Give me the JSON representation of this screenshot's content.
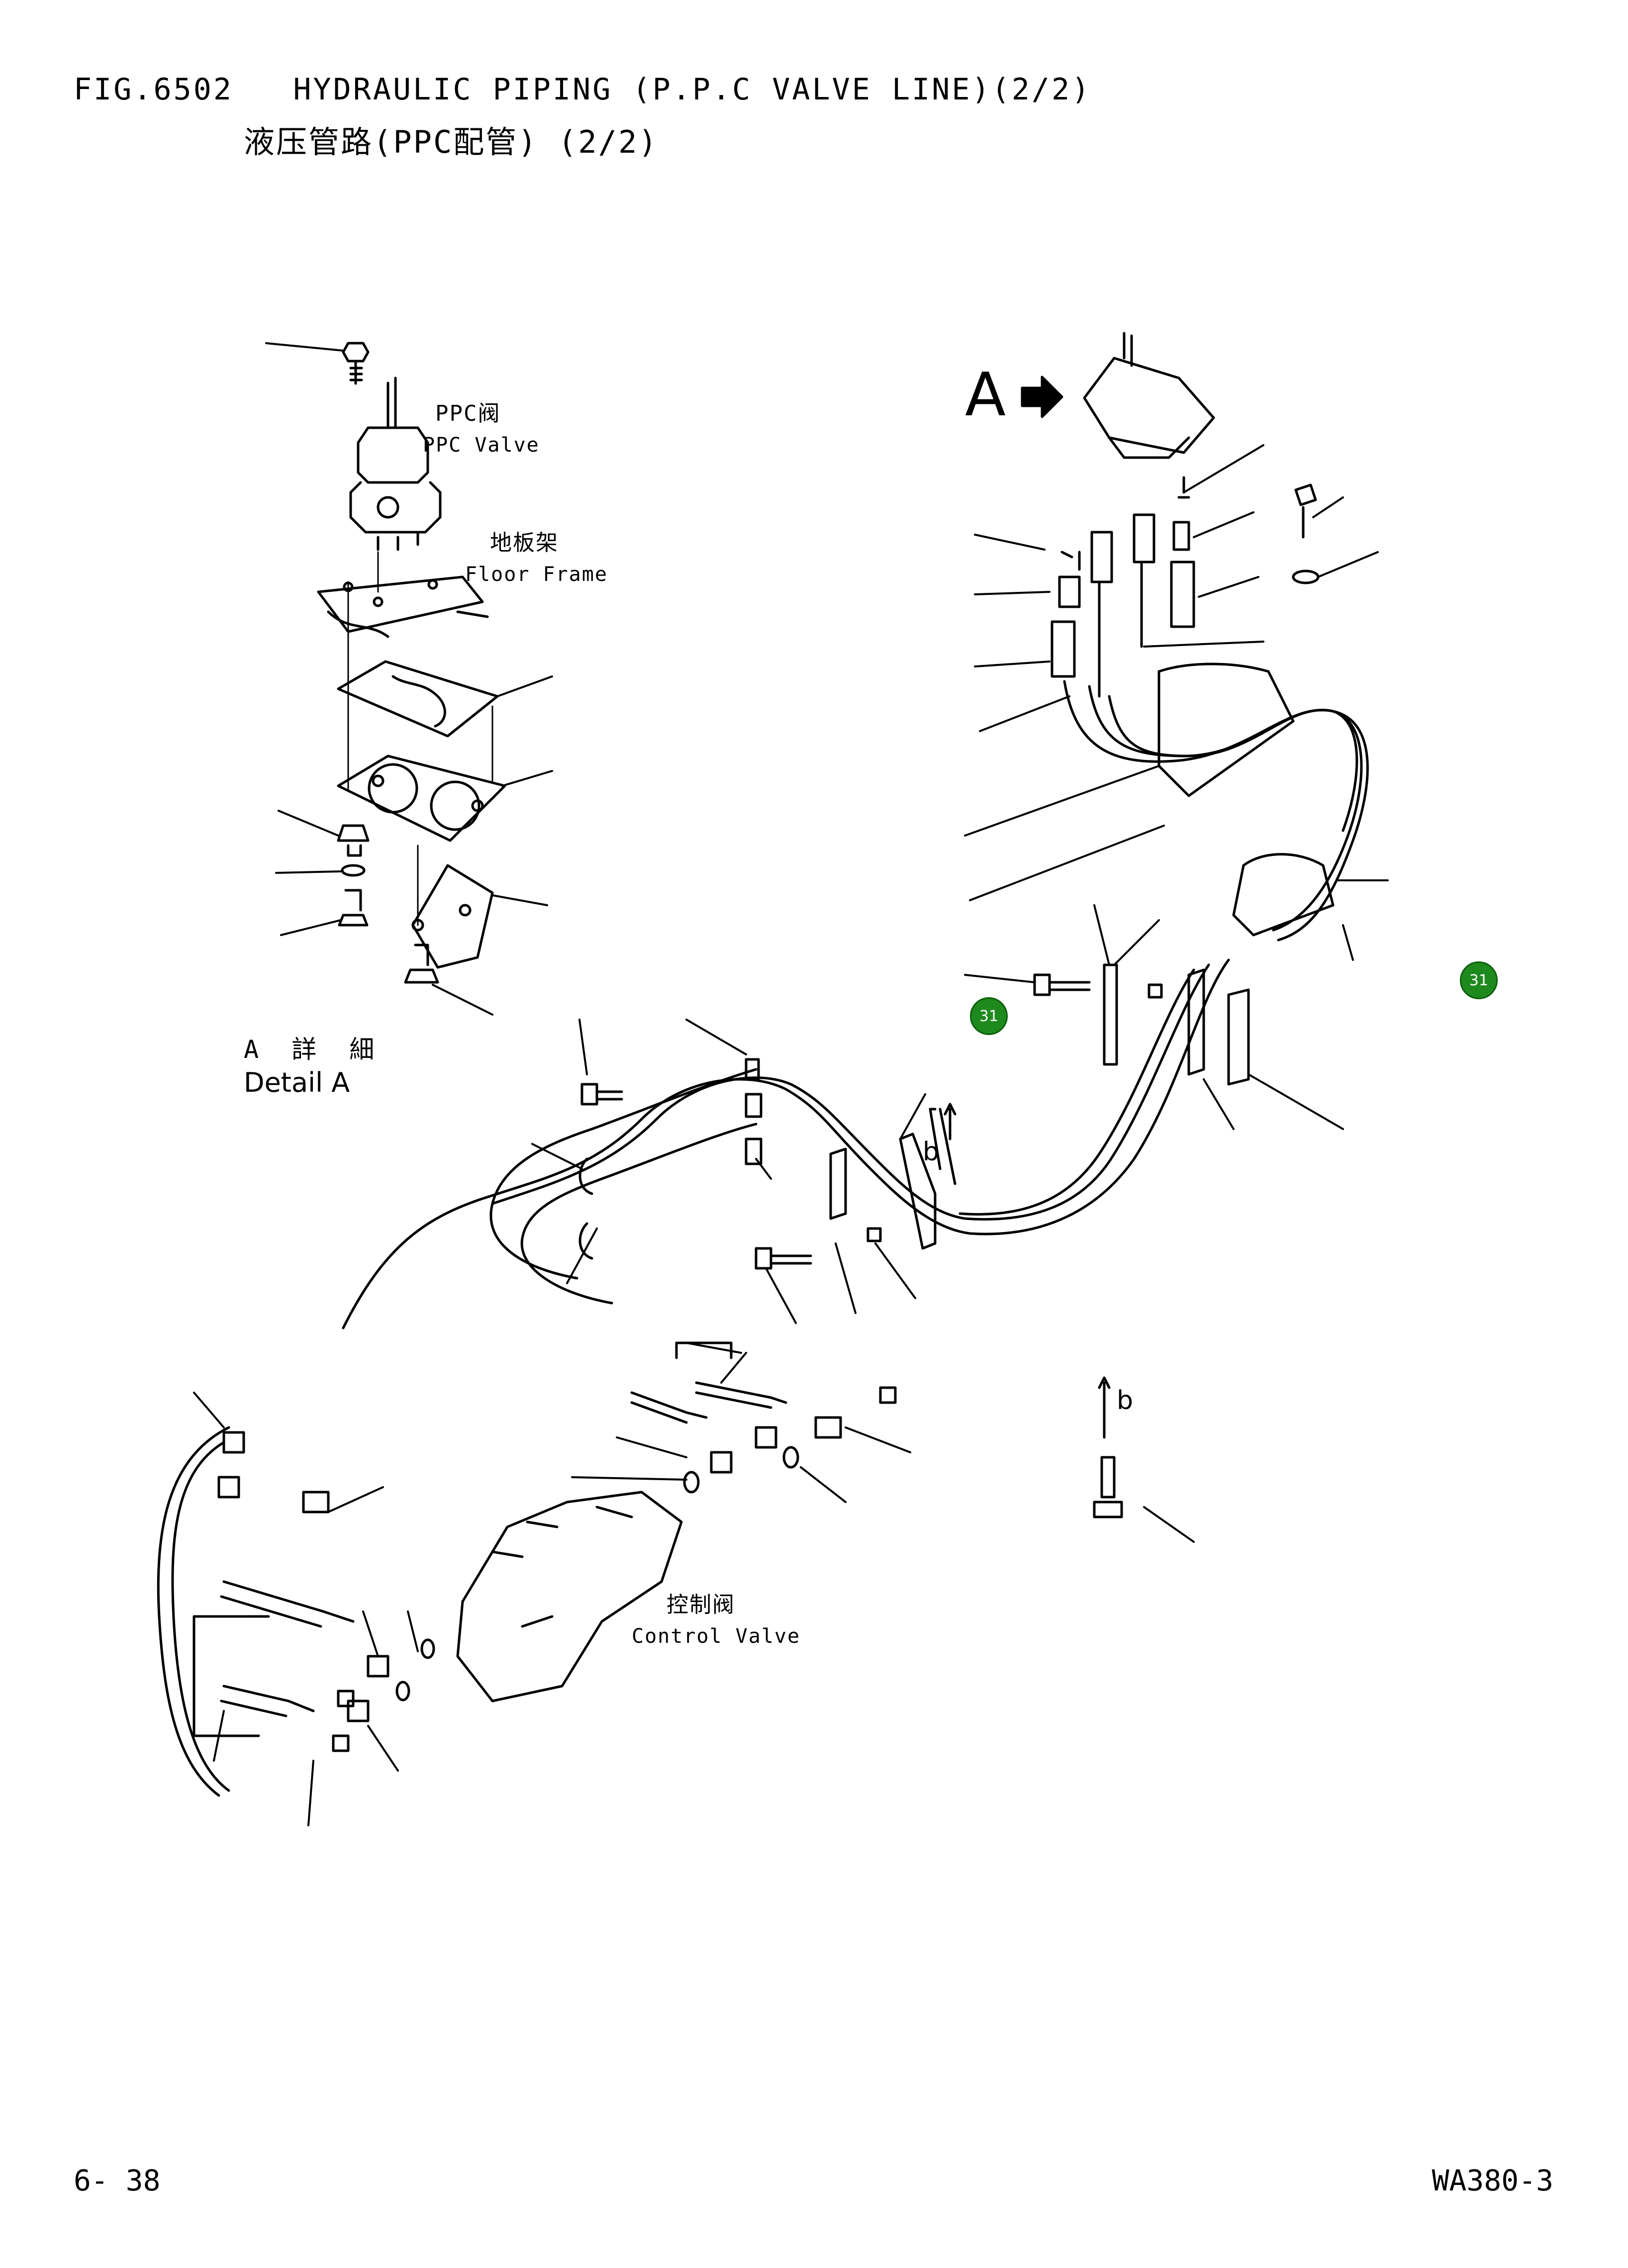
{
  "header": {
    "title_en": "FIG.6502   HYDRAULIC PIPING (P.P.C VALVE LINE)(2/2)",
    "title_cn": "液压管路(PPC配管) (2/2)"
  },
  "labels": {
    "ppc_valve_cn": "PPC阀",
    "ppc_valve_en": "PPC Valve",
    "floor_frame_cn": "地板架",
    "floor_frame_en": "Floor Frame",
    "detail_a_cn": "A 詳 細",
    "detail_a_en": "Detail A",
    "view_a": "A",
    "arrow_b_1": "b",
    "arrow_b_2": "b",
    "control_valve_cn": "控制阀",
    "control_valve_en": "Control Valve"
  },
  "callouts": [
    {
      "number": "31"
    },
    {
      "number": "31"
    }
  ],
  "footer": {
    "page_number": "6- 38",
    "model_number": "WA380-3"
  },
  "colors": {
    "line": "#000000",
    "callout_badge": "#1e8a1e"
  }
}
